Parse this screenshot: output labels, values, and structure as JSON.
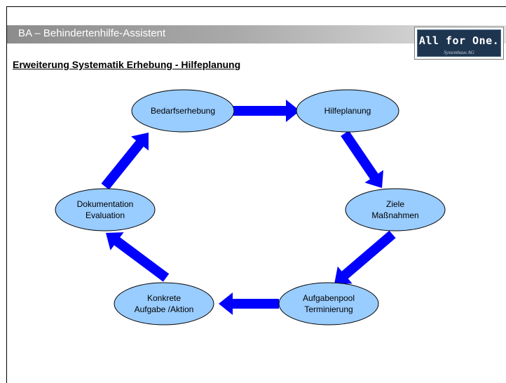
{
  "header": {
    "title": "BA – Behindertenhilfe-Assistent",
    "logo_text": "All for One.",
    "logo_subtext": "Systemhaus AG"
  },
  "slide": {
    "subtitle": "Erweiterung Systematik Erhebung - Hilfeplanung"
  },
  "colors": {
    "node_fill": "#99ccff",
    "node_stroke": "#000000",
    "arrow_fill": "#0000ff"
  },
  "cycle": {
    "nodes": [
      {
        "id": "bedarf",
        "lines": [
          "Bedarfserhebung"
        ]
      },
      {
        "id": "hilfe",
        "lines": [
          "Hilfeplanung"
        ]
      },
      {
        "id": "ziele",
        "lines": [
          "Ziele",
          "Maßnahmen"
        ]
      },
      {
        "id": "aufgabenpool",
        "lines": [
          "Aufgabenpool",
          "Terminierung"
        ]
      },
      {
        "id": "konkrete",
        "lines": [
          "Konkrete",
          "Aufgabe /Aktion"
        ]
      },
      {
        "id": "doku",
        "lines": [
          "Dokumentation",
          "Evaluation"
        ]
      }
    ]
  }
}
